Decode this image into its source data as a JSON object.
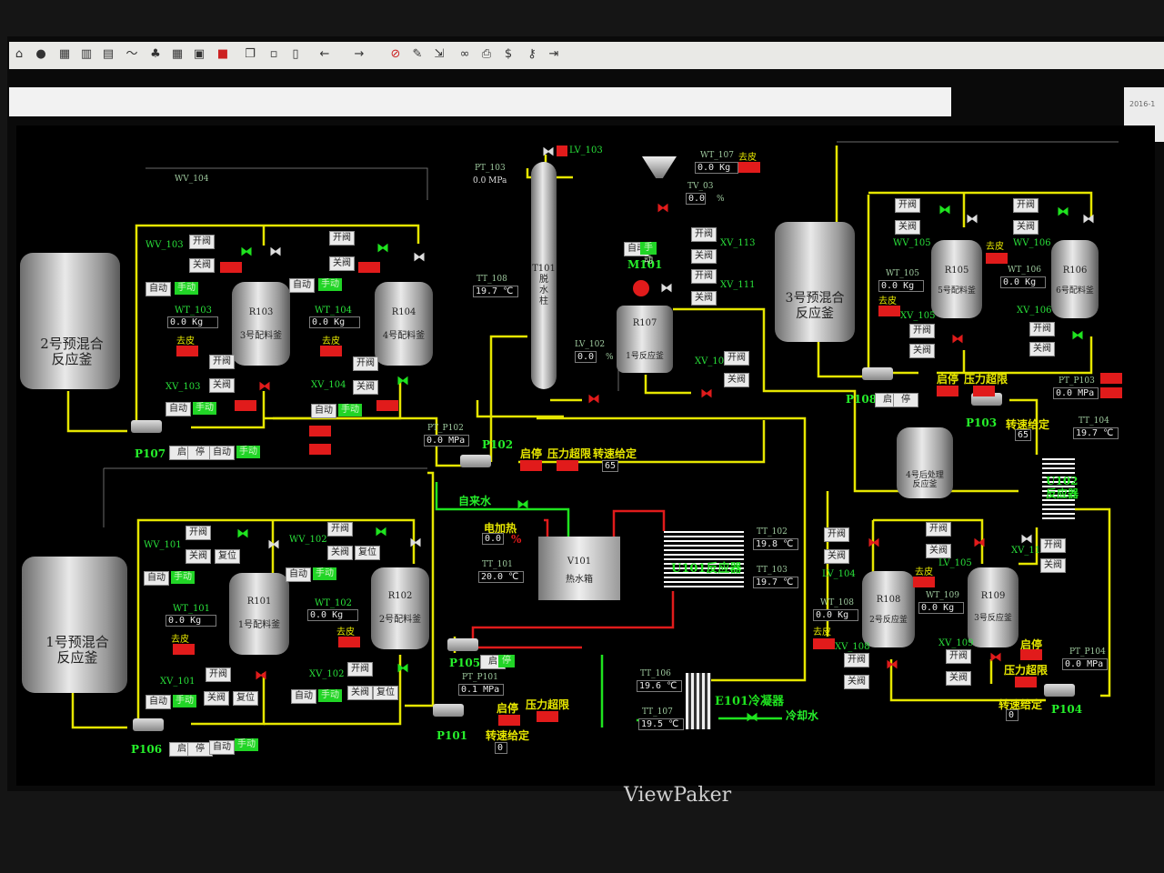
{
  "brand": "ViewPaker",
  "colors": {
    "pipe_yellow": "#e6e600",
    "pipe_red": "#e01b1b",
    "pipe_green": "#1fe31f",
    "panel_bg": "#000000",
    "label_green": "#29e03a"
  },
  "toolbar_icons": [
    "home-icon",
    "record-icon",
    "grid-icon",
    "bars-icon",
    "table-icon",
    "trend-icon",
    "alarm-icon",
    "grid2-icon",
    "window-icon",
    "stop-icon",
    "copy-icon",
    "paste-icon",
    "book-icon",
    "back-icon",
    "forward-icon",
    "no-icon",
    "edit-icon",
    "export-icon",
    "binoculars-icon",
    "print-icon",
    "dollar-icon",
    "key-icon",
    "exit-icon"
  ],
  "timestamp": "2016-1",
  "tags": {
    "wv104": "WV_104",
    "wv103": "WV_103",
    "wv101": "WV_101",
    "wv102": "WV_102",
    "wv105": "WV_105",
    "wv106": "WV_106",
    "lv103": "LV_103",
    "lv102": "LV_102",
    "lv104": "LV_104",
    "lv105": "LV_105",
    "xv103": "XV_103",
    "xv104": "XV_104",
    "xv101": "XV_101",
    "xv102": "XV_102",
    "xv113": "XV_113",
    "xv111": "XV_111",
    "xv107": "XV_107",
    "xv105": "XV_105",
    "xv106": "XV_106",
    "xv108": "XV_108",
    "xv109": "XV_109",
    "xv110": "XV_110",
    "pt103": "PT_103",
    "pt_p102": "PT_P102",
    "pt_p101": "PT_P101",
    "pt_p103": "PT_P103",
    "pt_p104": "PT_P104",
    "tt108": "TT_108",
    "tt101": "TT_101",
    "tt102": "TT_102",
    "tt103": "TT_103",
    "tt106": "TT_106",
    "tt107": "TT_107",
    "tt104": "TT_104",
    "tv03": "TV_03",
    "wt107": "WT_107",
    "wt103": "WT_103",
    "wt104": "WT_104",
    "wt101": "WT_101",
    "wt102": "WT_102",
    "wt105": "WT_105",
    "wt106": "WT_106",
    "wt108": "WT_108",
    "wt109": "WT_109"
  },
  "values": {
    "pt103": "0.0  MPa",
    "wt107": "0.0   Kg",
    "tv03": "0.0",
    "tt108": "19.7   ℃",
    "lv102": "0.0",
    "wt103": "0.0   Kg",
    "wt104": "0.0   Kg",
    "pt_p102": "0.0  MPa",
    "wt101": "0.0   Kg",
    "wt102": "0.0   Kg",
    "tt101": "20.0  ℃",
    "tt102": "19.8  ℃",
    "tt103": "19.7  ℃",
    "tt106": "19.6  ℃",
    "tt107": "19.5  ℃",
    "pt_p101": "0.1  MPa",
    "wt105": "0.0   Kg",
    "wt106": "0.0   Kg",
    "pt_p103": "0.0  MPa",
    "tt104": "19.7  ℃",
    "wt108": "0.0   Kg",
    "wt109": "0.0   Kg",
    "pt_p104": "0.0  MPa",
    "elec_heat": "0.0",
    "speed_p102": "65",
    "speed_p103": "65",
    "speed_p101": "0",
    "speed_p104": "0"
  },
  "units": {
    "percent": "%"
  },
  "equipment": {
    "premix2": "2号预混合\n反应釜",
    "premix1": "1号预混合\n反应釜",
    "premix3": "3号预混合\n反应釜",
    "r103": "R103",
    "r103_name": "3号配料釜",
    "r104": "R104",
    "r104_name": "4号配料釜",
    "r101": "R101",
    "r101_name": "1号配料釜",
    "r102": "R102",
    "r102_name": "2号配料釜",
    "r105": "R105",
    "r105_name": "5号配料釜",
    "r106": "R106",
    "r106_name": "6号配料釜",
    "r107": "R107",
    "r107_name": "1号反应釜",
    "r108": "R108",
    "r108_name": "2号反应釜",
    "r109": "R109",
    "r109_name": "3号反应釜",
    "post4": "4号后处理\n反应釜",
    "t101": "T101\n脱\n水\n柱",
    "v101": "V101",
    "v101_name": "热水箱",
    "u101": "U101反应器",
    "u102": "U102\n反应器",
    "e101": "E101冷凝器",
    "m101": "M101"
  },
  "pumps": {
    "p107": "P107",
    "p106": "P106",
    "p102": "P102",
    "p105": "P105",
    "p101": "P101",
    "p108": "P108",
    "p103": "P103",
    "p104": "P104"
  },
  "labels": {
    "open": "开阀",
    "close": "关阀",
    "auto": "自动",
    "manual": "手动",
    "reset": "复位",
    "tare": "去皮",
    "start": "启",
    "stop": "停",
    "start_stop": "启停",
    "over_pressure": "压力超限",
    "speed_set": "转速给定",
    "tap_water": "自来水",
    "elec_heat": "电加热",
    "cooling_water": "冷却水"
  }
}
